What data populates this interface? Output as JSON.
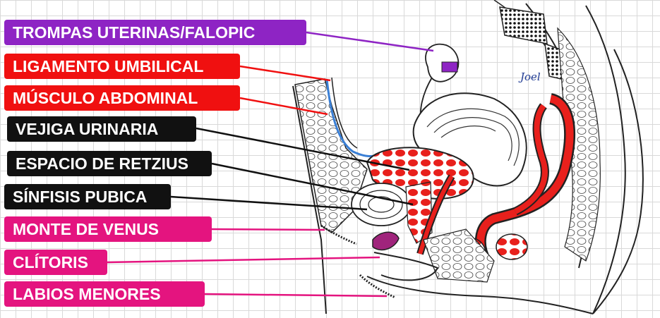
{
  "labels": {
    "trompas": "TROMPAS UTERINAS/FALOPIC",
    "ligamento": "LIGAMENTO UMBILICAL",
    "musculo": "MÚSCULO ABDOMINAL",
    "vejiga": "VEJIGA URINARIA",
    "retzius": "ESPACIO DE RETZIUS",
    "sinfisis": "SÍNFISIS PUBICA",
    "monte": "MONTE DE VENUS",
    "clitoris": "CLÍTORIS",
    "labios": "LABIOS MENORES"
  },
  "signature": "Joel",
  "colors": {
    "purple": "#8e24c4",
    "red": "#f01010",
    "black": "#111111",
    "pink": "#e4147f",
    "tissue_red": "#e8201c",
    "clitoris": "#a0247c",
    "ligament_blue": "#3a7fd5"
  }
}
